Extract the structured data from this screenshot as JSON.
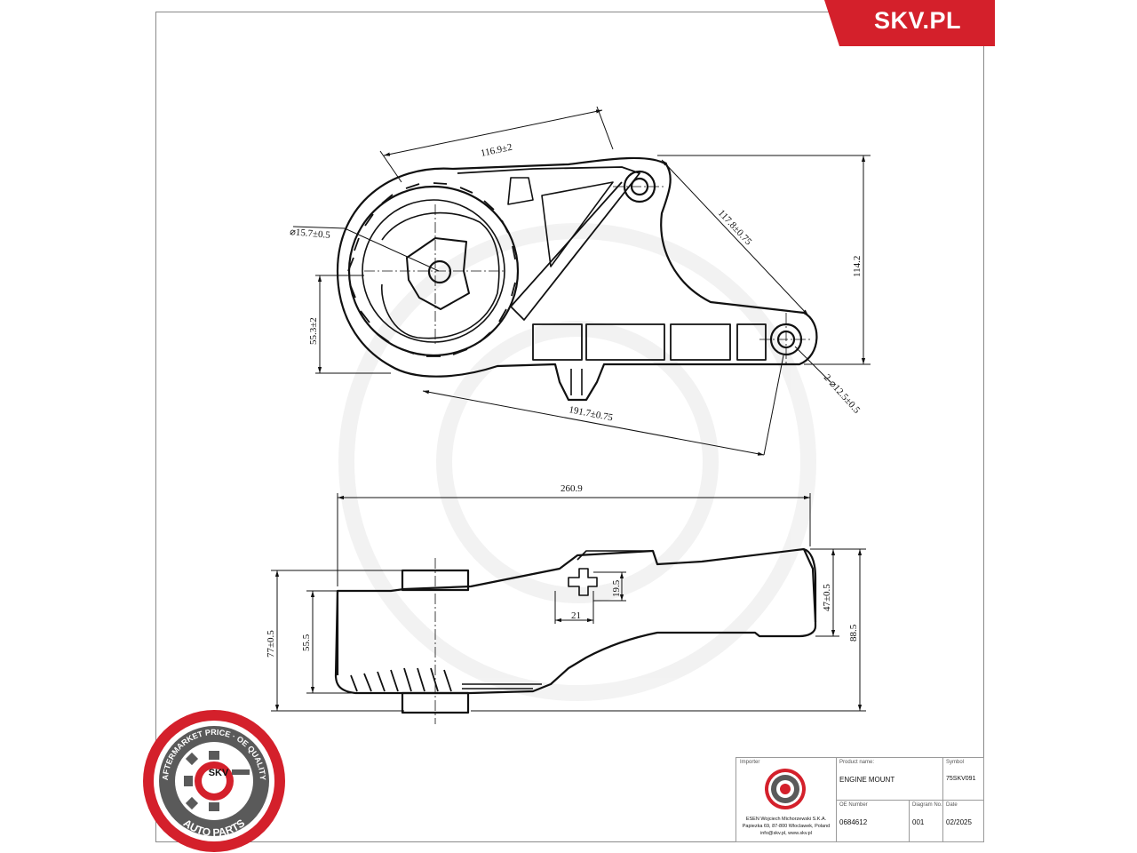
{
  "brand": {
    "label": "SKV.PL",
    "color": "#d4202b"
  },
  "stamp": {
    "ring_text": "AFTERMARKET PRICE · OE QUALITY",
    "bottom_text": "AUTO PARTS",
    "center_text": "SKV",
    "color": "#d4202b"
  },
  "dimensions": {
    "top_arm_length": "116.9±2",
    "bore_diameter": "⌀15.7±0.5",
    "hole_spacing": "117.8±0.75",
    "overall_height_top": "114.2",
    "center_height": "55.3±2",
    "bolt_holes": "2-⌀12.5±0.5",
    "diagonal_length": "191.7±0.75",
    "overall_length": "260.9",
    "slot_height": "19.5",
    "slot_width": "21",
    "body_height": "47±0.5",
    "total_height": "88.5",
    "left_height": "77±0.5",
    "inner_height": "55.5"
  },
  "title_block": {
    "importer_caption": "Importer",
    "product_caption": "Product name:",
    "product_value": "ENGINE MOUNT",
    "symbol_caption": "Symbol",
    "symbol_value": "75SKV091",
    "oe_caption": "OE Number",
    "oe_value": "0684612",
    "diagram_caption": "Diagram No.",
    "diagram_value": "001",
    "date_caption": "Date",
    "date_value": "02/2025",
    "importer_line1": "ESEN Wojciech Michorzewski S.K.A.",
    "importer_line2": "Papiezka 69, 87-800 Wloclawek, Poland",
    "importer_line3": "info@skv.pl, www.skv.pl"
  }
}
